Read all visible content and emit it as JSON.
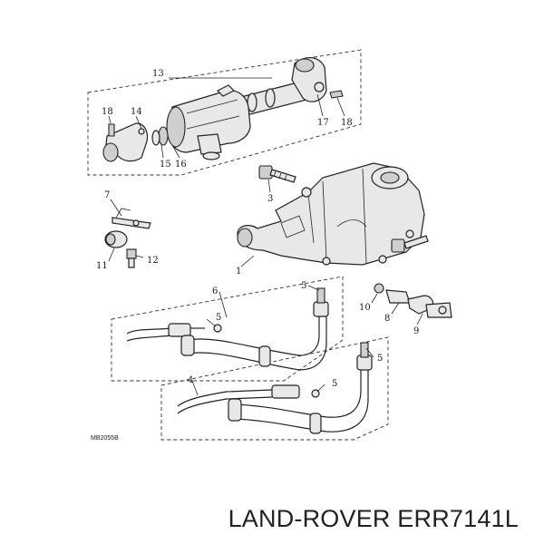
{
  "diagram": {
    "drawing_code": "MB2055B",
    "callouts": {
      "c1": "1",
      "c3": "3",
      "c4": "4",
      "c5a": "5",
      "c5b": "5",
      "c5c": "5",
      "c5d": "5",
      "c6": "6",
      "c7": "7",
      "c8": "8",
      "c9": "9",
      "c10": "10",
      "c11": "11",
      "c12": "12",
      "c13": "13",
      "c14": "14",
      "c15": "15",
      "c16": "16",
      "c17": "17",
      "c18a": "18",
      "c18b": "18"
    }
  },
  "caption": "LAND-ROVER ERR7141L"
}
